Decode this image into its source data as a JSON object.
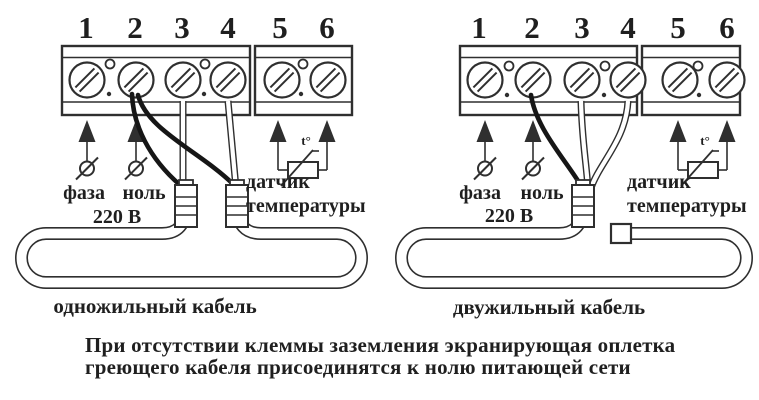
{
  "colors": {
    "ink": "#2f2f2f",
    "wire_black": "#161616",
    "text": "#1f1f1f",
    "background": "#ffffff"
  },
  "terminals": [
    "1",
    "2",
    "3",
    "4",
    "5",
    "6"
  ],
  "left": {
    "caption": "одножильный кабель",
    "phase_label": "фаза",
    "neutral_label": "ноль",
    "voltage_label": "220 В",
    "sensor_label_line1": "датчик",
    "sensor_label_line2": "температуры",
    "temp_symbol": "t°"
  },
  "right": {
    "caption": "двужильный кабель",
    "phase_label": "фаза",
    "neutral_label": "ноль",
    "voltage_label": "220 В",
    "sensor_label_line1": "датчик",
    "sensor_label_line2": "температуры",
    "temp_symbol": "t°"
  },
  "footnote": {
    "line1": "При отсутствии клеммы заземления экранирующая оплетка",
    "line2": "греющего кабеля присоединятся к нолю питающей сети"
  }
}
